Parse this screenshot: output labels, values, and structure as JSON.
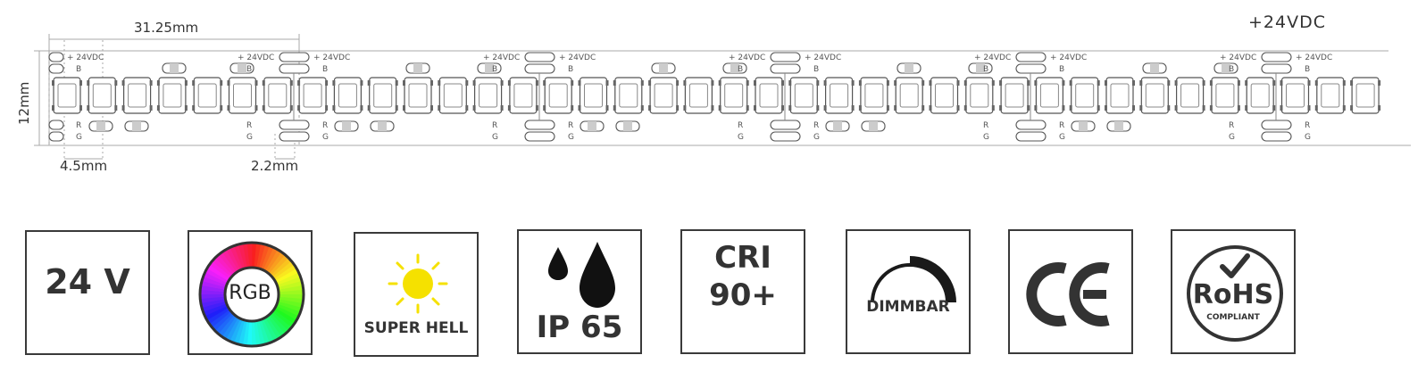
{
  "dimensions": {
    "segment_length": "31.25mm",
    "width": "12mm",
    "led_pitch": "4.5mm",
    "pad_gap": "2.2mm"
  },
  "strip_voltage": "+24VDC",
  "pad_labels": {
    "voltage": "+ 24VDC",
    "blue": "B",
    "red": "R",
    "green": "G"
  },
  "badges": [
    {
      "id": "voltage",
      "label": "24 V"
    },
    {
      "id": "rgb",
      "label": "RGB"
    },
    {
      "id": "brightness",
      "label": "SUPER HELL"
    },
    {
      "id": "ip",
      "label": "IP 65"
    },
    {
      "id": "cri",
      "line1": "CRI",
      "line2": "90+"
    },
    {
      "id": "dimmable",
      "label": "DIMMBAR"
    },
    {
      "id": "ce",
      "label": "CE"
    },
    {
      "id": "rohs",
      "label": "RoHS",
      "sublabel": "COMPLIANT"
    }
  ]
}
